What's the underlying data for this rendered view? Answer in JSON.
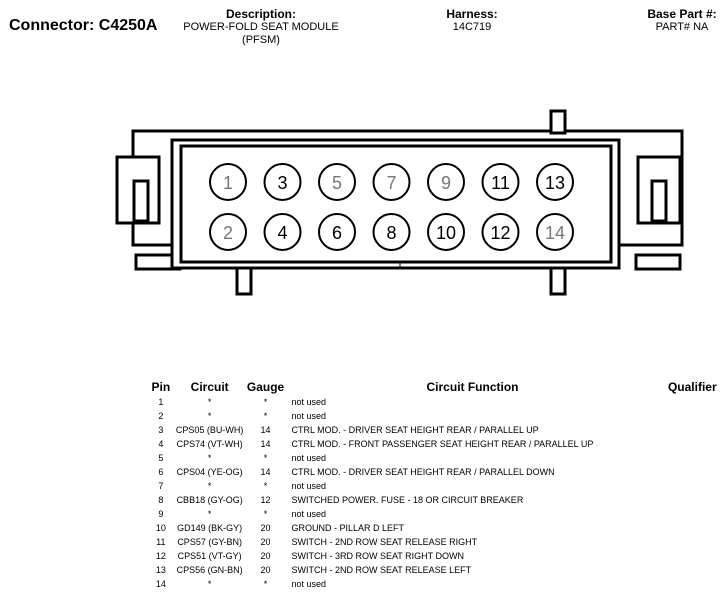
{
  "header": {
    "connector_label": "Connector: C4250A",
    "description_label": "Description:",
    "description_line1": "POWER-FOLD SEAT MODULE",
    "description_line2": "(PFSM)",
    "harness_label": "Harness:",
    "harness_value": "14C719",
    "base_part_label": "Base Part #:",
    "base_part_value": "PART# NA"
  },
  "pins_top": [
    {
      "num": "1",
      "color": "#777777"
    },
    {
      "num": "3",
      "color": "#000000"
    },
    {
      "num": "5",
      "color": "#777777"
    },
    {
      "num": "7",
      "color": "#777777"
    },
    {
      "num": "9",
      "color": "#777777"
    },
    {
      "num": "11",
      "color": "#000000"
    },
    {
      "num": "13",
      "color": "#000000"
    }
  ],
  "pins_bottom": [
    {
      "num": "2",
      "color": "#777777"
    },
    {
      "num": "4",
      "color": "#000000"
    },
    {
      "num": "6",
      "color": "#000000"
    },
    {
      "num": "8",
      "color": "#000000"
    },
    {
      "num": "10",
      "color": "#000000"
    },
    {
      "num": "12",
      "color": "#000000"
    },
    {
      "num": "14",
      "color": "#777777"
    }
  ],
  "table": {
    "headers": [
      "Pin",
      "Circuit",
      "Gauge",
      "Circuit Function",
      "Qualifier"
    ],
    "rows": [
      [
        "1",
        "*",
        "*",
        "not used",
        ""
      ],
      [
        "2",
        "*",
        "*",
        "not used",
        ""
      ],
      [
        "3",
        "CPS05 (BU-WH)",
        "14",
        "CTRL MOD. - DRIVER SEAT HEIGHT REAR / PARALLEL UP",
        ""
      ],
      [
        "4",
        "CPS74 (VT-WH)",
        "14",
        "CTRL MOD. - FRONT PASSENGER SEAT HEIGHT REAR / PARALLEL UP",
        ""
      ],
      [
        "5",
        "*",
        "*",
        "not used",
        ""
      ],
      [
        "6",
        "CPS04 (YE-OG)",
        "14",
        "CTRL MOD. - DRIVER SEAT HEIGHT REAR / PARALLEL DOWN",
        ""
      ],
      [
        "7",
        "*",
        "*",
        "not used",
        ""
      ],
      [
        "8",
        "CBB18 (GY-OG)",
        "12",
        "SWITCHED POWER. FUSE - 18 OR CIRCUIT BREAKER",
        ""
      ],
      [
        "9",
        "*",
        "*",
        "not used",
        ""
      ],
      [
        "10",
        "GD149 (BK-GY)",
        "20",
        "GROUND - PILLAR D LEFT",
        ""
      ],
      [
        "11",
        "CPS57 (GY-BN)",
        "20",
        "SWITCH - 2ND ROW SEAT RELEASE RIGHT",
        ""
      ],
      [
        "12",
        "CPS51 (VT-GY)",
        "20",
        "SWITCH - 3RD ROW SEAT RIGHT DOWN",
        ""
      ],
      [
        "13",
        "CPS56 (GN-BN)",
        "20",
        "SWITCH - 2ND ROW SEAT RELEASE LEFT",
        ""
      ],
      [
        "14",
        "*",
        "*",
        "not used",
        ""
      ]
    ]
  }
}
